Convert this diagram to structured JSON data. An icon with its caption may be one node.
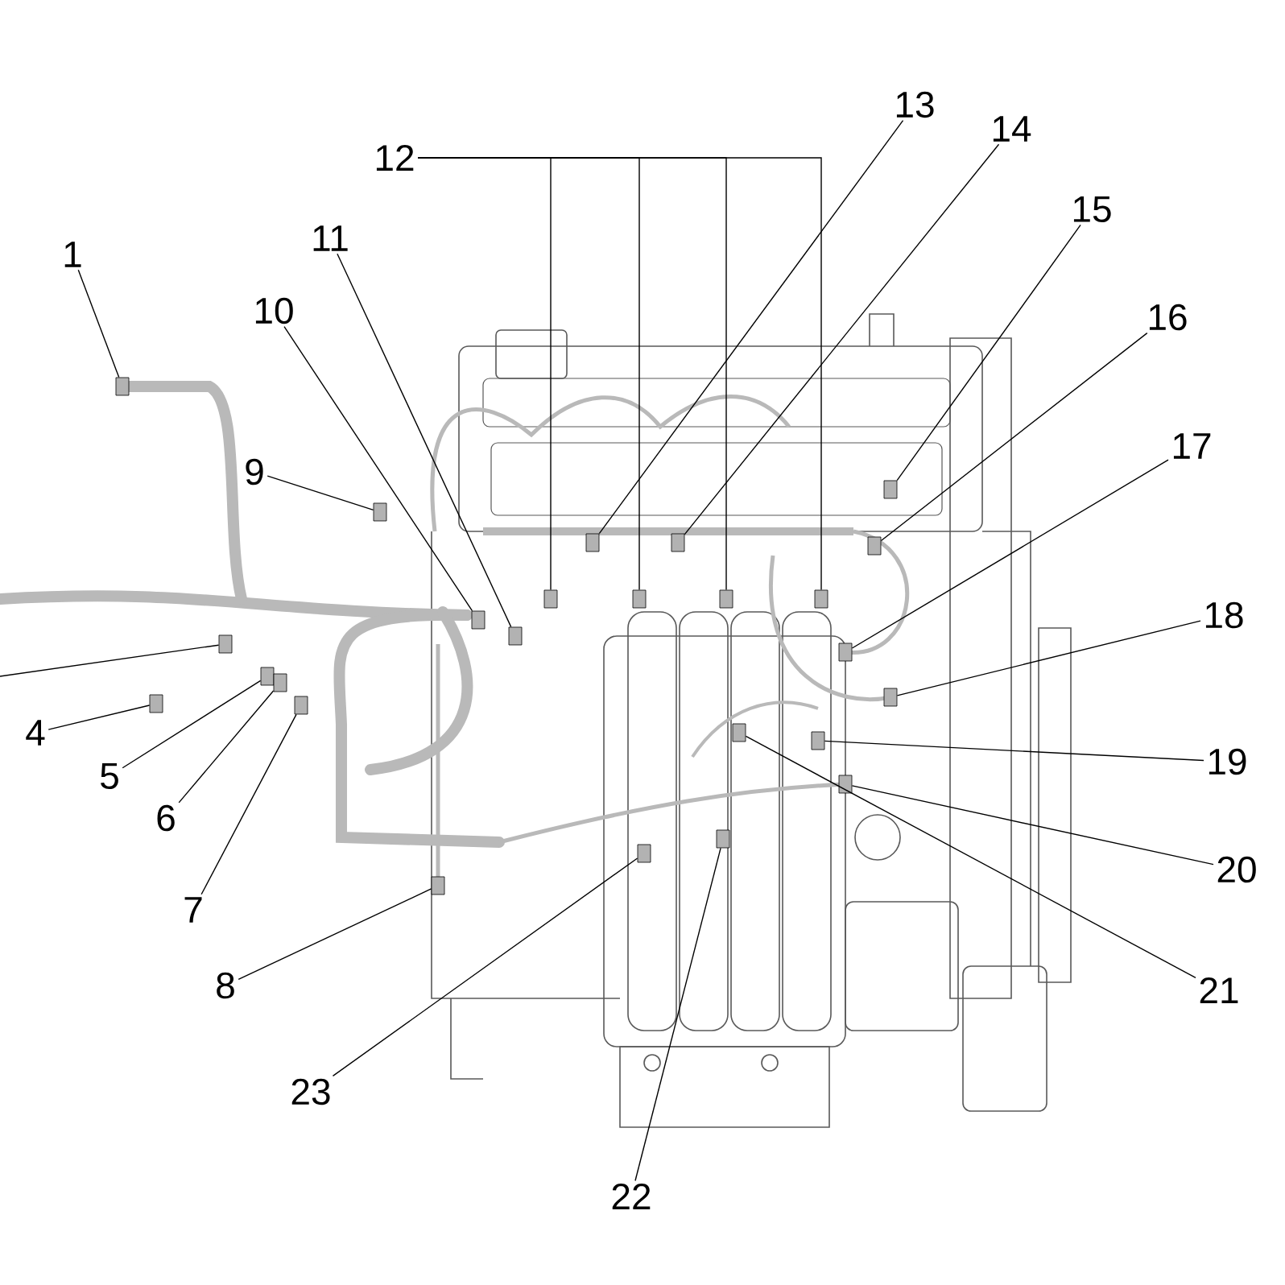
{
  "diagram": {
    "nodes": [
      {
        "text": [
          "1"
        ]
      },
      {
        "text": [
          "4"
        ]
      },
      {
        "text": [
          "5"
        ]
      },
      {
        "text": [
          "6"
        ]
      },
      {
        "text": [
          "7"
        ]
      },
      {
        "text": [
          "8"
        ]
      },
      {
        "text": [
          "9"
        ]
      },
      {
        "text": [
          "10"
        ]
      },
      {
        "text": [
          "11"
        ]
      },
      {
        "text": [
          "12"
        ]
      },
      {
        "text": [
          "13"
        ]
      },
      {
        "text": [
          "14"
        ]
      },
      {
        "text": [
          "15"
        ]
      },
      {
        "text": [
          "16"
        ]
      },
      {
        "text": [
          "17"
        ]
      },
      {
        "text": [
          "18"
        ]
      },
      {
        "text": [
          "19"
        ]
      },
      {
        "text": [
          "20"
        ]
      },
      {
        "text": [
          "21"
        ]
      },
      {
        "text": [
          "22"
        ]
      },
      {
        "text": [
          "23"
        ]
      },
      {
        "text": [],
        "shape": "box"
      },
      {
        "text": [],
        "shape": "box"
      },
      {
        "text": [],
        "shape": "box"
      },
      {
        "text": [],
        "shape": "box"
      },
      {
        "text": [],
        "shape": "box"
      },
      {
        "text": [],
        "shape": "box"
      },
      {
        "text": [],
        "shape": "box"
      },
      {
        "text": [],
        "shape": "box"
      },
      {
        "text": [],
        "shape": "box"
      },
      {
        "text": [],
        "shape": "box"
      },
      {
        "text": [],
        "shape": "box"
      },
      {
        "text": [],
        "shape": "box"
      },
      {
        "text": [],
        "shape": "box"
      },
      {
        "text": [],
        "shape": "box"
      },
      {
        "text": [],
        "shape": "box"
      },
      {
        "text": [],
        "shape": "box"
      },
      {
        "text": [],
        "shape": "box"
      },
      {
        "text": [],
        "shape": "box"
      },
      {
        "text": [],
        "shape": "box"
      },
      {
        "text": [],
        "shape": "box"
      },
      {
        "text": [],
        "shape": "box"
      },
      {
        "text": [],
        "shape": "box"
      },
      {
        "text": [],
        "shape": "box"
      },
      {
        "text": [],
        "shape": "box"
      },
      {
        "text": [],
        "shape": "box"
      }
    ],
    "edges": [
      {
        "from": 0,
        "to": 21,
        "arrow": "none"
      },
      {
        "from": null,
        "to": 22,
        "arrow": "none"
      },
      {
        "from": 1,
        "to": 23,
        "arrow": "none"
      },
      {
        "from": 2,
        "to": 24,
        "arrow": "none"
      },
      {
        "from": 3,
        "to": 25,
        "arrow": "none"
      },
      {
        "from": 4,
        "to": 26,
        "arrow": "none"
      },
      {
        "from": 5,
        "to": 27,
        "arrow": "none"
      },
      {
        "from": 6,
        "to": 28,
        "arrow": "none"
      },
      {
        "from": 7,
        "to": 29,
        "arrow": "none"
      },
      {
        "from": 8,
        "to": 30,
        "arrow": "none"
      },
      {
        "from": 9,
        "to": 31,
        "arrow": "none"
      },
      {
        "from": 9,
        "to": 32,
        "arrow": "none"
      },
      {
        "from": 9,
        "to": 33,
        "arrow": "none"
      },
      {
        "from": 9,
        "to": 34,
        "arrow": "none"
      },
      {
        "from": 10,
        "to": 35,
        "arrow": "none"
      },
      {
        "from": 11,
        "to": 36,
        "arrow": "none"
      },
      {
        "from": 12,
        "to": 37,
        "arrow": "none"
      },
      {
        "from": 13,
        "to": 38,
        "arrow": "none"
      },
      {
        "from": 14,
        "to": 39,
        "arrow": "none"
      },
      {
        "from": 15,
        "to": 40,
        "arrow": "none"
      },
      {
        "from": 16,
        "to": 41,
        "arrow": "none"
      },
      {
        "from": 17,
        "to": 42,
        "arrow": "none"
      },
      {
        "from": 18,
        "to": 43,
        "arrow": "none"
      },
      {
        "from": 19,
        "to": 44,
        "arrow": "none"
      },
      {
        "from": 20,
        "to": 45,
        "arrow": "none"
      }
    ]
  }
}
